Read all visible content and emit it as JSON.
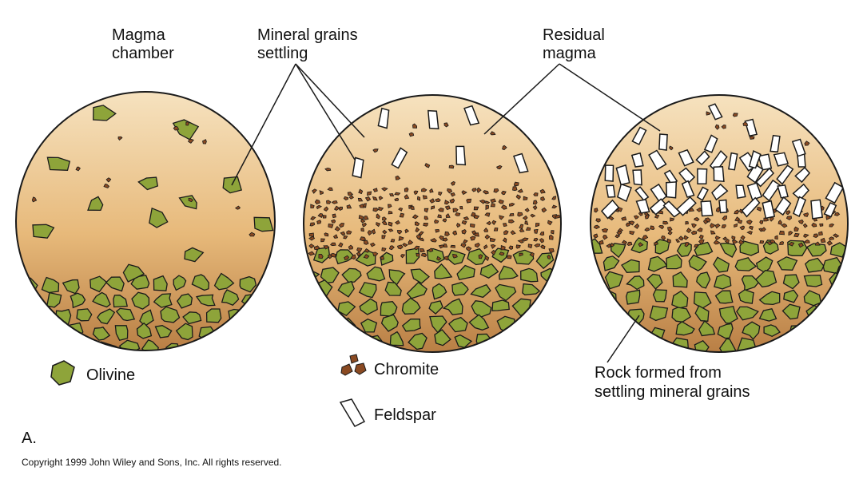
{
  "figure": {
    "labels": {
      "magma_chamber": [
        "Magma",
        "chamber"
      ],
      "mineral_grains_settling": [
        "Mineral grains",
        "settling"
      ],
      "residual_magma": [
        "Residual",
        "magma"
      ],
      "rock_formed": [
        "Rock formed from",
        "settling mineral grains"
      ]
    },
    "legend": {
      "olivine": "Olivine",
      "chromite": "Chromite",
      "feldspar": "Feldspar"
    },
    "panel_letter": "A.",
    "copyright": "Copyright 1999 John Wiley and Sons, Inc. All rights reserved."
  },
  "colors": {
    "magma_light": "#f6e2bf",
    "magma_mid": "#e7b97a",
    "magma_dark": "#b97f45",
    "olivine": "#8ea43a",
    "chromite": "#8a4a22",
    "feldspar": "#ffffff",
    "outline": "#1a1a1a"
  },
  "icons": {
    "olivine": "olivine-grain-icon",
    "chromite": "chromite-grains-icon",
    "feldspar": "feldspar-crystal-icon"
  }
}
